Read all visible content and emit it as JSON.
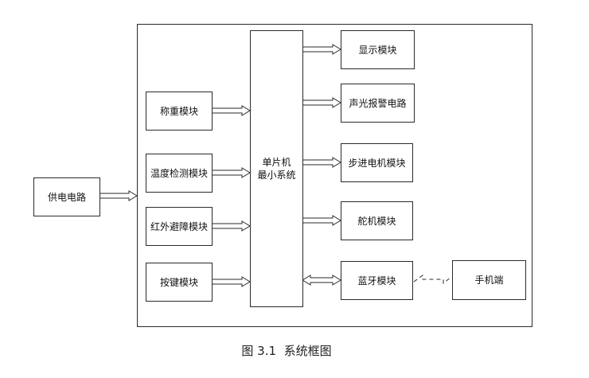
{
  "diagram": {
    "power": "供电电路",
    "inputs": [
      "称重模块",
      "温度检测模块",
      "红外避障模块",
      "按键模块"
    ],
    "mcu": [
      "单片机",
      "最小系统"
    ],
    "outputs": [
      "显示模块",
      "声光报警电路",
      "步进电机模块",
      "舵机模块"
    ],
    "bluetooth": "蓝牙模块",
    "phone": "手机端"
  },
  "caption": "图 3.1  系统框图"
}
